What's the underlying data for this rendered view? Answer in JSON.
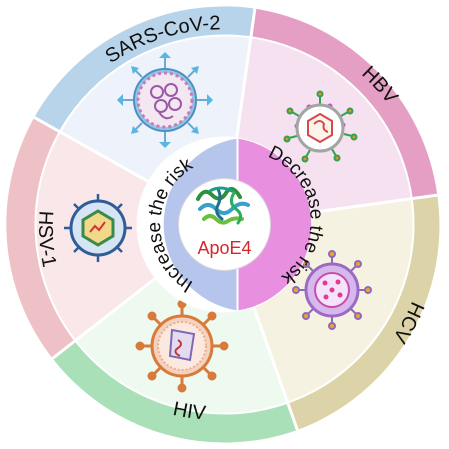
{
  "segments": [
    {
      "label": "SARS-CoV-2",
      "ring_color": "#b7d4ea",
      "inner_color": "#eef3fb"
    },
    {
      "label": "HBV",
      "ring_color": "#e59fc5",
      "inner_color": "#f5e1ef"
    },
    {
      "label": "HCV",
      "ring_color": "#dcd4a8",
      "inner_color": "#f6f2e2"
    },
    {
      "label": "HIV",
      "ring_color": "#a9e0b7",
      "inner_color": "#eef9f0"
    },
    {
      "label": "HSV-1",
      "ring_color": "#eec1c6",
      "inner_color": "#f9e7e9"
    }
  ],
  "center": {
    "label": "ApoE4",
    "increase_text": "Increase the risk",
    "decrease_text": "Decrease the risk",
    "increase_color": "#b6c5ec",
    "decrease_color": "#e88fe0"
  }
}
